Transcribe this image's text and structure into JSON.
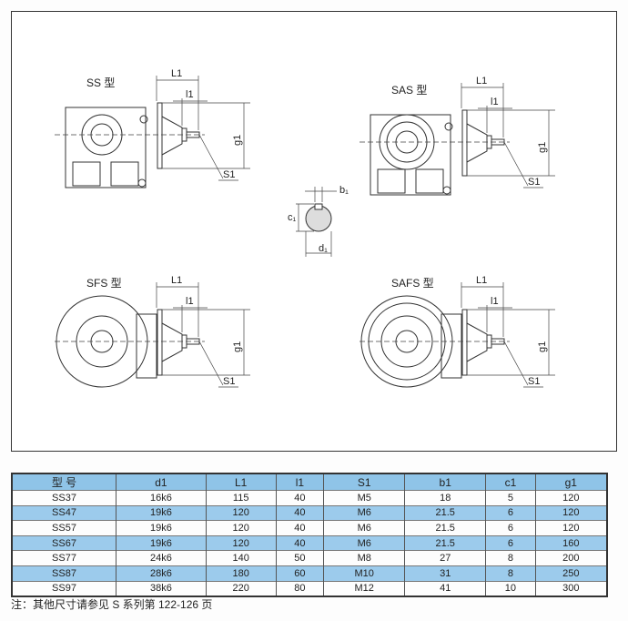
{
  "drawings": [
    {
      "title": "SS 型",
      "kind": "square-hollow"
    },
    {
      "title": "SAS 型",
      "kind": "square-flange"
    },
    {
      "title": "SFS 型",
      "kind": "round"
    },
    {
      "title": "SAFS 型",
      "kind": "round-flange"
    }
  ],
  "dimension_labels": {
    "L1": "L1",
    "l1": "l1",
    "g1": "g1",
    "S1": "S1",
    "b1": "b₁",
    "c1": "c₁",
    "d1": "d₁"
  },
  "table": {
    "headers": [
      "型 号",
      "d1",
      "L1",
      "l1",
      "S1",
      "b1",
      "c1",
      "g1"
    ],
    "rows": [
      [
        "SS37",
        "16k6",
        "115",
        "40",
        "M5",
        "18",
        "5",
        "120"
      ],
      [
        "SS47",
        "19k6",
        "120",
        "40",
        "M6",
        "21.5",
        "6",
        "120"
      ],
      [
        "SS57",
        "19k6",
        "120",
        "40",
        "M6",
        "21.5",
        "6",
        "120"
      ],
      [
        "SS67",
        "19k6",
        "120",
        "40",
        "M6",
        "21.5",
        "6",
        "160"
      ],
      [
        "SS77",
        "24k6",
        "140",
        "50",
        "M8",
        "27",
        "8",
        "200"
      ],
      [
        "SS87",
        "28k6",
        "180",
        "60",
        "M10",
        "31",
        "8",
        "250"
      ],
      [
        "SS97",
        "38k6",
        "220",
        "80",
        "M12",
        "41",
        "10",
        "300"
      ]
    ]
  },
  "note": "注：其他尺寸请参见 S 系列第 122-126 页",
  "colors": {
    "row_highlight": "#9ccbec",
    "header": "#8fc4e8"
  }
}
